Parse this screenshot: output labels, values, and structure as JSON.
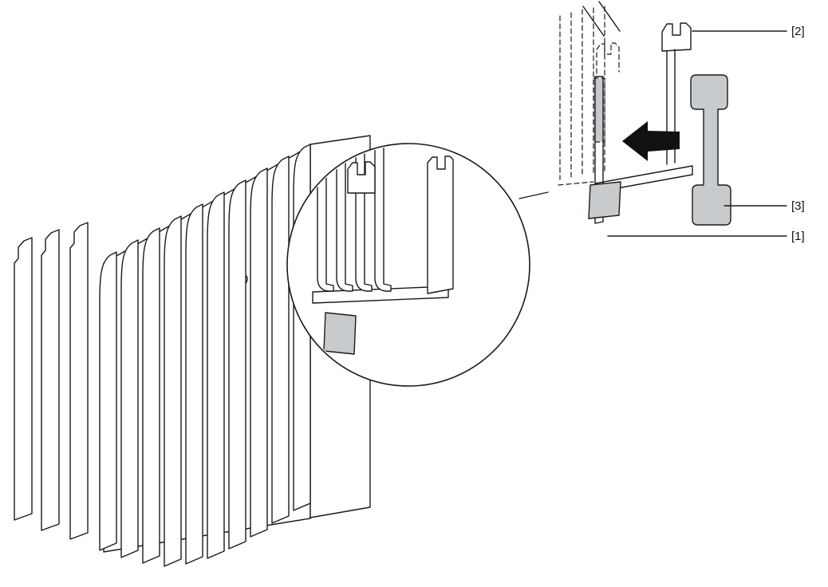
{
  "figure": {
    "labels": {
      "l1": "[1]",
      "l2": "[2]",
      "l3": "[3]"
    },
    "icons": {
      "direction_arrow": "left-filled-arrow"
    },
    "colors": {
      "outline": "#1a1a1a",
      "part_gray": "#c7cbce",
      "arrow": "#111111",
      "background": "#ffffff"
    }
  }
}
